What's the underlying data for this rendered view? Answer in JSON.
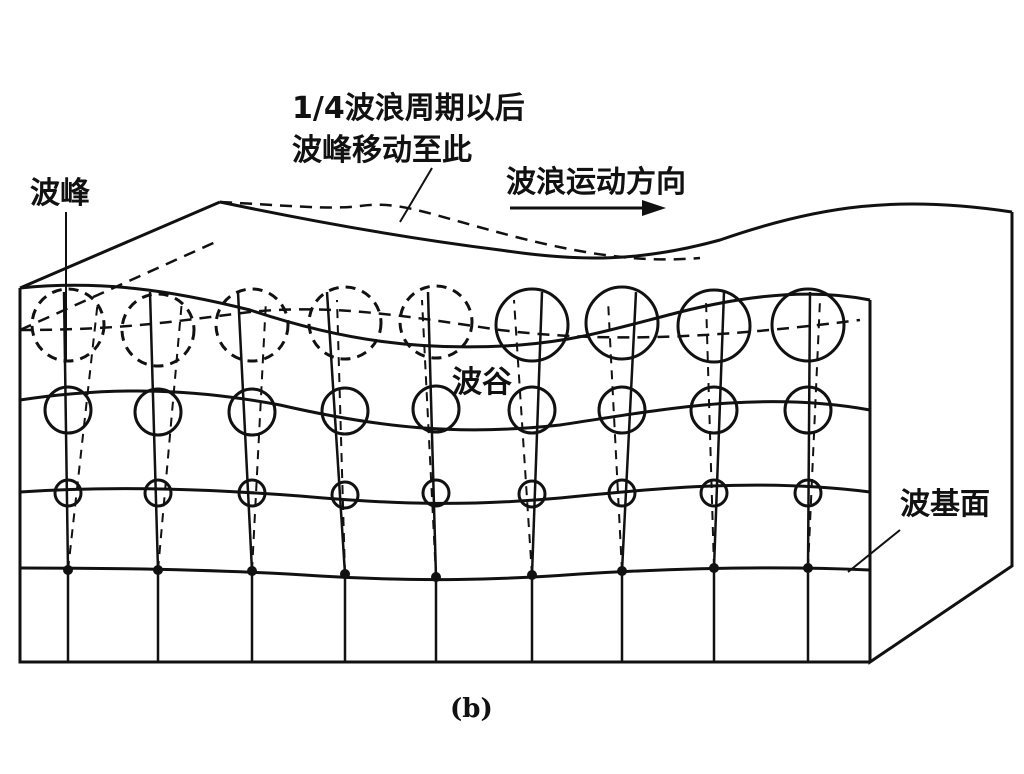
{
  "labels": {
    "crest": "波峰",
    "quarter_period_line1": "1/4波浪周期以后",
    "quarter_period_line2": "波峰移动至此",
    "direction": "波浪运动方向",
    "trough": "波谷",
    "base_plane": "波基面",
    "caption": "(b)"
  },
  "colors": {
    "ink": "#111111",
    "background": "#ffffff"
  }
}
